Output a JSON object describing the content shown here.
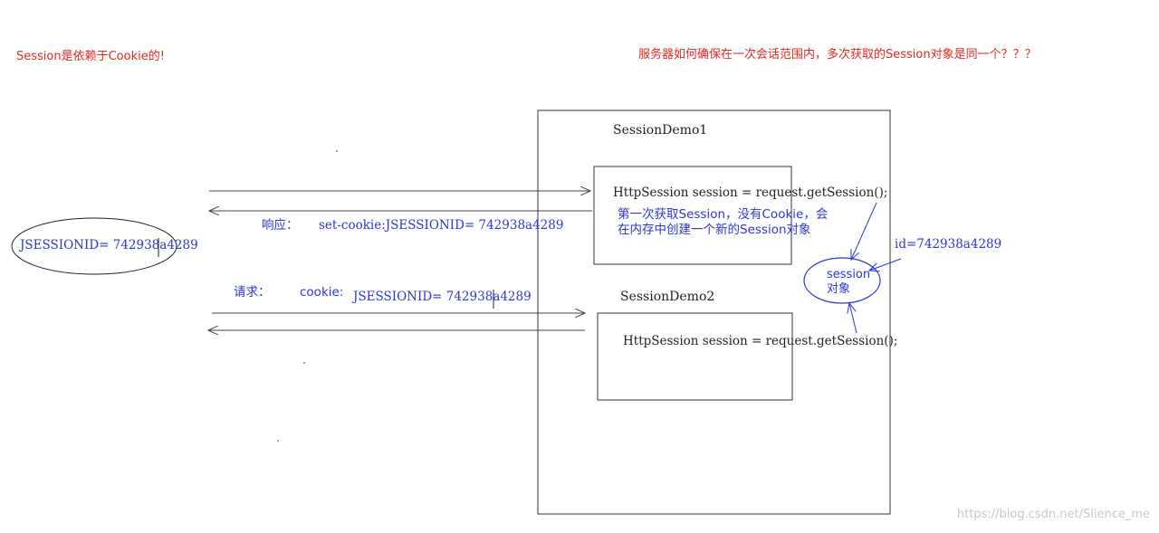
{
  "top_notes": {
    "left": "Session是依赖于Cookie的!",
    "right": "服务器如何确保在一次会话范围内，多次获取的Session对象是同一个？？？"
  },
  "browser_cookie": {
    "label": "JSESSIONID= 742938a4289"
  },
  "response": {
    "label": "响应：",
    "header": "set-cookie:JSESSIONID= 742938a4289"
  },
  "request": {
    "label": "请求：",
    "cookie_label": "cookie:",
    "cookie_value": "JSESSIONID= 742938a4289"
  },
  "server": {
    "demo1_title": "SessionDemo1",
    "demo1_code": "HttpSession session = request.getSession();",
    "first_get_note_line1": "第一次获取Session，没有Cookie，会",
    "first_get_note_line2": "在内存中创建一个新的Session对象",
    "demo2_title": "SessionDemo2",
    "demo2_code": "HttpSession session = request.getSession();"
  },
  "session_object": {
    "line1": "session",
    "line2": "对象",
    "id_label": "id=742938a4289"
  },
  "watermark": "https://blog.csdn.net/Slience_me",
  "colors": {
    "red": "#e8261c",
    "blue": "#2a36d6",
    "black": "#222222",
    "grey": "#555555"
  }
}
